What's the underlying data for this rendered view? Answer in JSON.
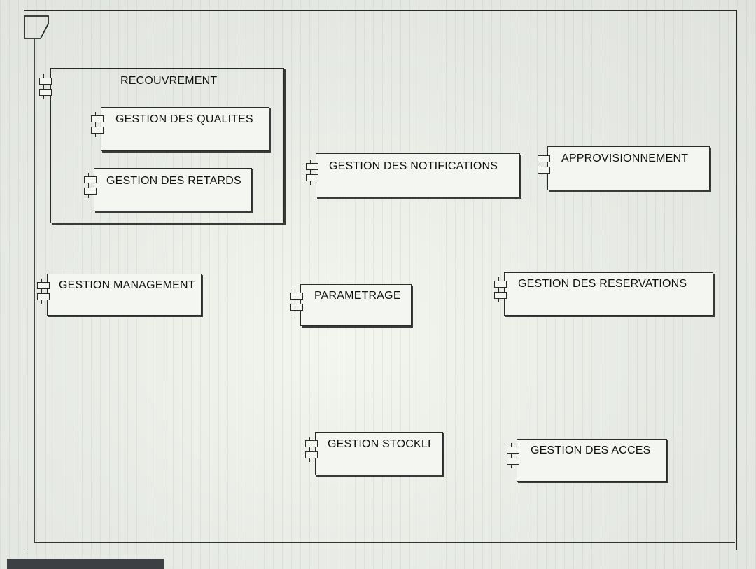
{
  "diagram": {
    "package": {
      "label": "RECOUVREMENT"
    },
    "components": [
      {
        "id": "qualites",
        "label": "GESTION DES QUALITES"
      },
      {
        "id": "retards",
        "label": "GESTION DES RETARDS"
      },
      {
        "id": "notifications",
        "label": "GESTION DES NOTIFICATIONS"
      },
      {
        "id": "approvisionnement",
        "label": "APPROVISIONNEMENT"
      },
      {
        "id": "management",
        "label": "GESTION MANAGEMENT"
      },
      {
        "id": "parametrage",
        "label": "PARAMETRAGE"
      },
      {
        "id": "reservations",
        "label": "GESTION DES RESERVATIONS"
      },
      {
        "id": "stockli",
        "label": "GESTION STOCKLI"
      },
      {
        "id": "acces",
        "label": "GESTION DES ACCES"
      }
    ]
  }
}
